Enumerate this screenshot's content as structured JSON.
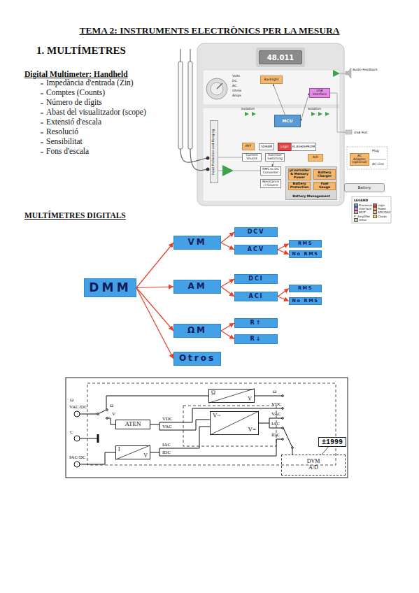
{
  "diagram": {
    "title": "TEMA 2: INSTRUMENTS ELECTRÒNICS PER LA MESURA",
    "nodes": [
      {
        "text": [
          "48.011"
        ]
      },
      {
        "text": [
          "Backlight"
        ]
      },
      {
        "text": [
          "MCU"
        ]
      },
      {
        "text": [
          "USB Interface"
        ]
      },
      {
        "text": [
          "REF"
        ]
      },
      {
        "text": [
          "SDRAM"
        ]
      },
      {
        "text": [
          "Logic"
        ]
      },
      {
        "text": [
          "FLASH/EPROM"
        ]
      },
      {
        "text": [
          "Input Protection and Ranging"
        ]
      },
      {
        "text": [
          "Current Shunts"
        ]
      },
      {
        "text": [
          "Function Switching"
        ]
      },
      {
        "text": [
          "RMS to DC Converter"
        ]
      },
      {
        "text": [
          "Resistance / I Source"
        ]
      },
      {
        "text": [
          "A/D"
        ]
      },
      {
        "text": [
          "Battery Management"
        ]
      },
      {
        "text": [
          "μController & Memory Power"
        ],
        "in": 14
      },
      {
        "text": [
          "Battery Charger"
        ],
        "in": 14
      },
      {
        "text": [
          "Battery Protection"
        ],
        "in": 14
      },
      {
        "text": [
          "Fuel Gauge"
        ],
        "in": 14
      },
      {
        "text": [
          "AC Adapter (optional)"
        ]
      },
      {
        "text": [
          "Battery"
        ]
      },
      {
        "text": [
          "DMM"
        ]
      },
      {
        "text": [
          "VM"
        ]
      },
      {
        "text": [
          "DCV"
        ]
      },
      {
        "text": [
          "ACV"
        ]
      },
      {
        "text": [
          "RMS"
        ]
      },
      {
        "text": [
          "No RMS"
        ]
      },
      {
        "text": [
          "AM"
        ]
      },
      {
        "text": [
          "DCI"
        ]
      },
      {
        "text": [
          "ACI"
        ]
      },
      {
        "text": [
          "RMS"
        ]
      },
      {
        "text": [
          "No RMS"
        ]
      },
      {
        "text": [
          "ΩM"
        ]
      },
      {
        "text": [
          "R↑"
        ]
      },
      {
        "text": [
          "R↓"
        ]
      },
      {
        "text": [
          "Otros"
        ]
      },
      {
        "text": [
          "Ω",
          "V"
        ]
      },
      {
        "text": [
          "ATEN"
        ]
      },
      {
        "text": [
          "I",
          "V"
        ]
      },
      {
        "text": [
          "V~",
          "V="
        ]
      },
      {
        "text": [
          "±1999"
        ]
      },
      {
        "text": [
          "DVM A/D"
        ]
      }
    ],
    "edges": [
      {
        "from": 2,
        "to": 1,
        "arrow": "to"
      },
      {
        "from": 2,
        "to": 3,
        "arrow": "both"
      },
      {
        "from": 10,
        "to": 11,
        "arrow": "to"
      },
      {
        "from": 21,
        "to": 22,
        "arrow": "to"
      },
      {
        "from": 21,
        "to": 27,
        "arrow": "to"
      },
      {
        "from": 21,
        "to": 32,
        "arrow": "to"
      },
      {
        "from": 21,
        "to": 35,
        "arrow": "to"
      },
      {
        "from": 22,
        "to": 23,
        "arrow": "to"
      },
      {
        "from": 22,
        "to": 24,
        "arrow": "to"
      },
      {
        "from": 24,
        "to": 25,
        "arrow": "to"
      },
      {
        "from": 24,
        "to": 26,
        "arrow": "to"
      },
      {
        "from": 27,
        "to": 28,
        "arrow": "to"
      },
      {
        "from": 27,
        "to": 29,
        "arrow": "to"
      },
      {
        "from": 29,
        "to": 30,
        "arrow": "to"
      },
      {
        "from": 29,
        "to": 31,
        "arrow": "to"
      },
      {
        "from": 32,
        "to": 33,
        "arrow": "to"
      },
      {
        "from": 32,
        "to": 34,
        "arrow": "to"
      },
      {
        "from": 41,
        "to": 40,
        "arrow": "none"
      }
    ],
    "labels": [
      "1. MULTÍMETRES",
      "Digital Multimeter: Handheld",
      "Impedància d'entrada (Zin)",
      "Comptes (Counts)",
      "Número de dígits",
      "Abast del visualitzador (scope)",
      "Extensió d'escala",
      "Resolució",
      "Sensibilitat",
      "Fons d'escala",
      "MULTÍMETRES DIGITALS",
      "Volts",
      "DC",
      "AC",
      "Ohms",
      "Amps",
      "Audio Feedback",
      "USB Port",
      "Isolation",
      "Isolation",
      "Plug",
      "AC Line",
      "LEGEND",
      "Ω",
      "VAC/DC",
      "C",
      "IAC/DC",
      "Ω",
      "V",
      "VDC",
      "VAC",
      "IAC",
      "IDC",
      "Ω",
      "VDC",
      "VAC",
      "IAC",
      "IDC"
    ],
    "legend": [
      {
        "text": "Processor",
        "color": "#5b9bd5"
      },
      {
        "text": "Logic",
        "color": "#e04848"
      },
      {
        "text": "Interface",
        "color": "#e58be5"
      },
      {
        "text": "Power",
        "color": "#f2b871"
      },
      {
        "text": "RF/IF",
        "color": "#f4a0a0"
      },
      {
        "text": "ADC/DAC",
        "color": "#f5c78a"
      },
      {
        "text": "Amplifier"
      },
      {
        "text": "Clocks",
        "color": "#f0e060"
      },
      {
        "text": "Other",
        "color": "#cccccc"
      }
    ]
  }
}
